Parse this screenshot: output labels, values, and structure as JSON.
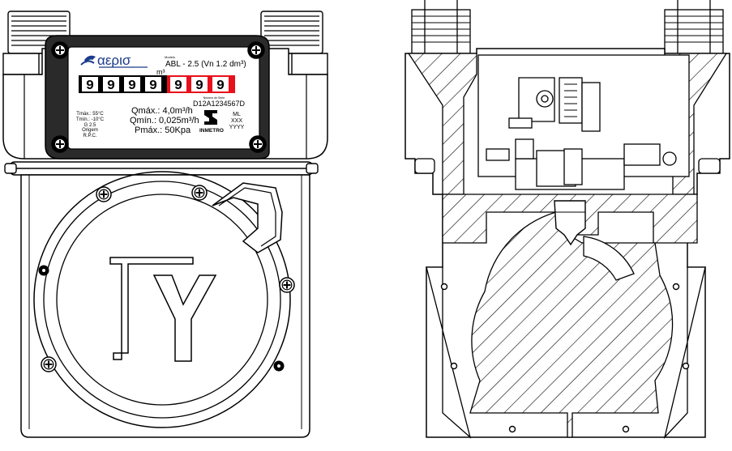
{
  "brand": {
    "logo_text": "αερισ",
    "model_caption": "Modelo",
    "model": "ABL - 2.5 (Vn 1.2 dm³)"
  },
  "register": {
    "black_digits": [
      "9",
      "9",
      "9",
      "9"
    ],
    "red_digits": [
      "9",
      "9",
      "9"
    ],
    "unit": "m³",
    "colors": {
      "black_drum": "#000000",
      "red_drum": "#e8101a",
      "digit_on_black": "#ffffff"
    }
  },
  "serial": {
    "caption": "Número de Série",
    "value": "D12A1234567D"
  },
  "left_specs": [
    "Tmáx.: 55°C",
    "Tmín.: -10°C",
    "G 2.5",
    "Origem",
    "R.P.C."
  ],
  "flow_specs": [
    "Qmáx.: 4,0m³/h",
    "Qmín.: 0,025m³/h",
    "Pmáx.: 50Kpa"
  ],
  "certification": {
    "label": "INMETRO",
    "icon": "inmetro-logo-icon"
  },
  "ml_block": [
    "ML",
    "XXX",
    "YYYY"
  ],
  "icons": [
    "screw-icon",
    "inmetro-logo-icon",
    "ty-emblem-icon"
  ]
}
